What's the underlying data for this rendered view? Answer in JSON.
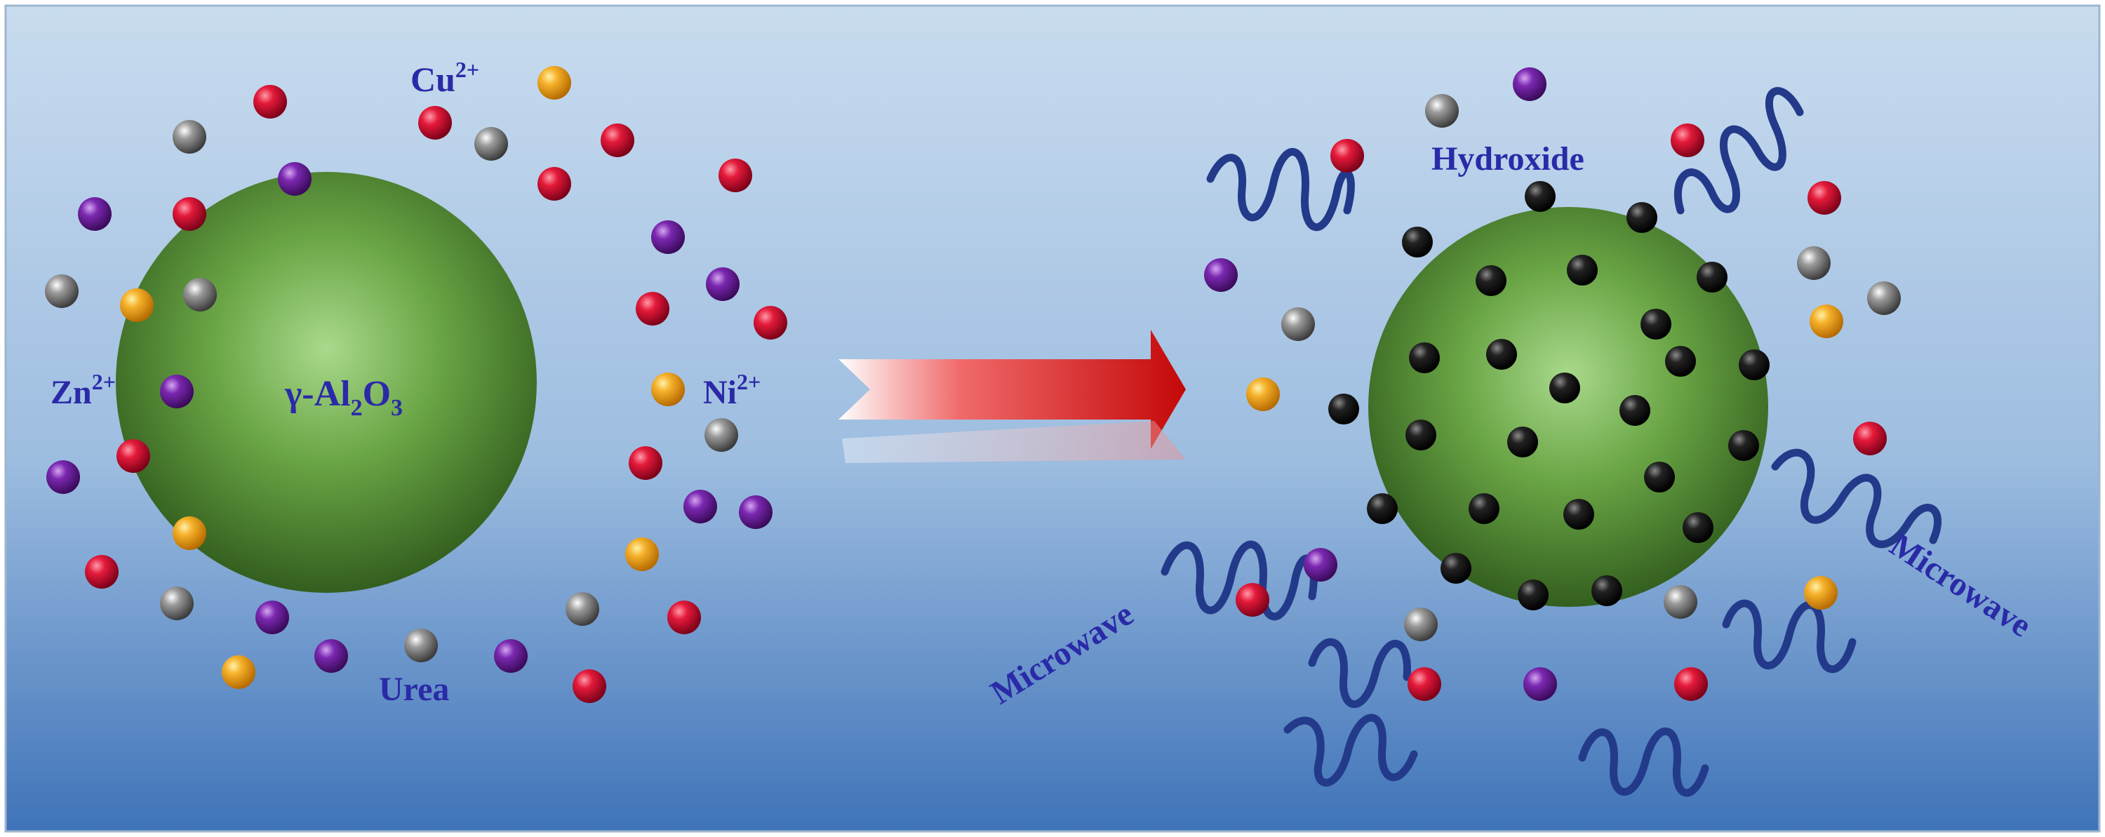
{
  "labels": {
    "cu_base": "Cu",
    "cu_charge": "2+",
    "zn_base": "Zn",
    "zn_charge": "2+",
    "ni_base": "Ni",
    "ni_charge": "2+",
    "core_gamma": "γ-Al",
    "core_sub1": "2",
    "core_o": "O",
    "core_sub2": "3",
    "urea": "Urea",
    "hydroxide": "Hydroxide",
    "microwave_left": "Microwave",
    "microwave_right": "Microwave"
  },
  "colors": {
    "background_top": "#c9dcef",
    "background_bottom": "#3f73b8",
    "frame": "#9db6cf",
    "sphere_light": "#a9d98c",
    "sphere_mid": "#5f9a3a",
    "sphere_dark": "#2f5a1c",
    "ion_red": "#d4102e",
    "ion_purple": "#6a1e98",
    "ion_gray": "#8a8a8a",
    "ion_orange": "#f0a820",
    "hydroxide_black": "#1a1a1a",
    "label_text": "#2a2aa8",
    "microwave_stroke": "#233a8a",
    "arrow_red": "#d81010"
  },
  "icons": {
    "reactant_ion": "sphere-ion-icon",
    "hydroxide": "black-dot-icon",
    "microwave": "sine-wave-icon",
    "reaction_arrow": "arrow-right-icon"
  }
}
